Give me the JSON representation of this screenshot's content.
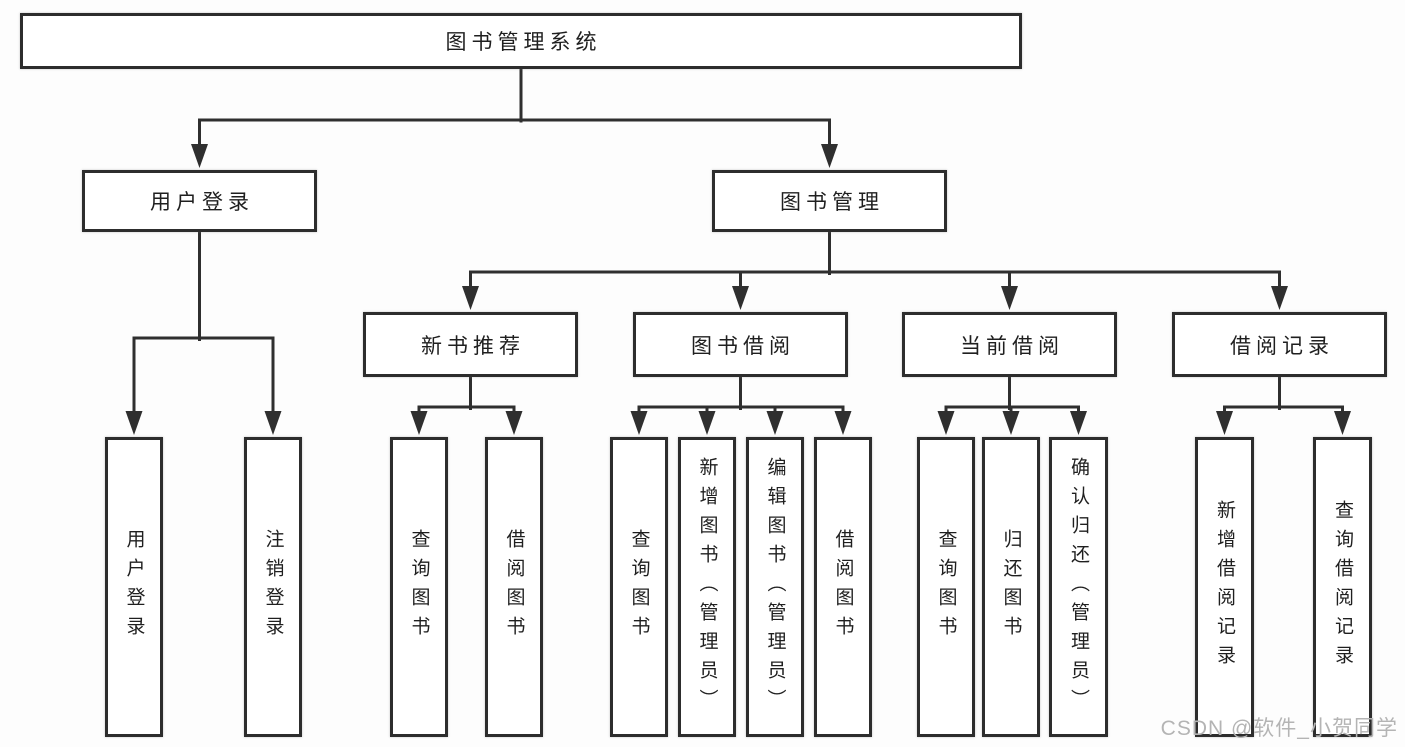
{
  "diagram": {
    "title": "图书管理系统",
    "root": {
      "label": "图书管理系统"
    },
    "level2": [
      "用户登录",
      "图书管理"
    ],
    "level3": [
      "新书推荐",
      "图书借阅",
      "当前借阅",
      "借阅记录"
    ],
    "leaves": {
      "user_login": [
        "用户登录",
        "注销登录"
      ],
      "new_book": [
        "查询图书",
        "借阅图书"
      ],
      "book_borrow": [
        "查询图书",
        "新增图书（管理员）",
        "编辑图书（管理员）",
        "借阅图书"
      ],
      "current_borrow": [
        "查询图书",
        "归还图书",
        "确认归还（管理员）"
      ],
      "borrow_record": [
        "新增借阅记录",
        "查询借阅记录"
      ]
    }
  },
  "watermark": {
    "text": "CSDN @软件_小贺同学"
  },
  "colors": {
    "line": "#2f2f2f",
    "border": "#2d2d2d",
    "text": "#1f1f1f",
    "node_fill": "#ffffff",
    "watermark": "#b4b4b4",
    "background": "#fdfdfd"
  }
}
